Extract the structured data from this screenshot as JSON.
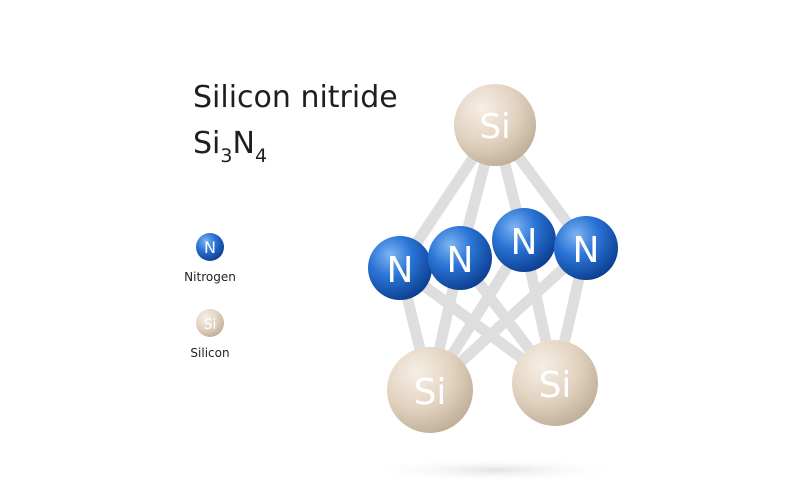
{
  "title": "Silicon nitride",
  "formula": {
    "part1": "Si",
    "sub1": "3",
    "part2": "N",
    "sub2": "4"
  },
  "legend": {
    "nitrogen": {
      "symbol": "N",
      "label": "Nitrogen"
    },
    "silicon": {
      "symbol": "Si",
      "label": "Silicon"
    }
  },
  "atoms": {
    "si_symbol": "Si",
    "n_symbol": "N"
  },
  "colors": {
    "nitrogen_atom": "#1f67c9",
    "silicon_atom": "#e4d6c4",
    "bond": "#dcdcdc"
  }
}
